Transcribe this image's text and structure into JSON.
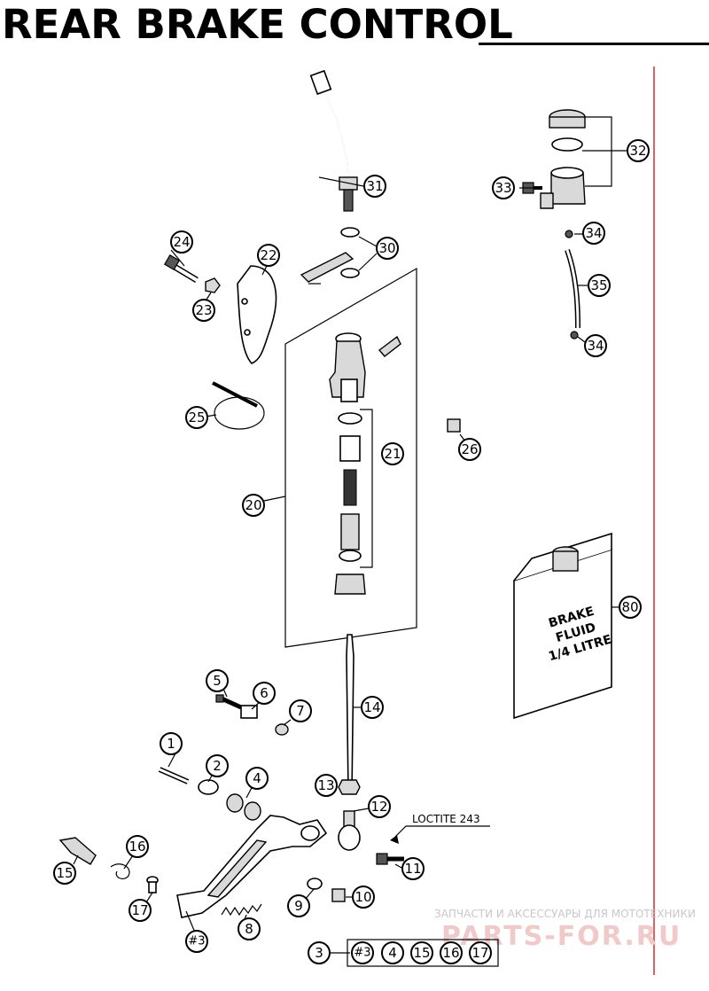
{
  "title": "REAR BRAKE CONTROL",
  "accent_color": "#d32f2f",
  "callouts": [
    "1",
    "2",
    "3",
    "4",
    "5",
    "6",
    "7",
    "8",
    "9",
    "10",
    "11",
    "12",
    "13",
    "14",
    "15",
    "16",
    "17",
    "20",
    "21",
    "22",
    "23",
    "24",
    "25",
    "26",
    "30",
    "31",
    "32",
    "33",
    "34",
    "34",
    "35",
    "80",
    "#3"
  ],
  "labels": {
    "loctite": "LOCTITE 243",
    "fluid_line1": "BRAKE",
    "fluid_line2": "FLUID",
    "fluid_line3": "1/4 LITRE"
  },
  "kit": {
    "ref": "3",
    "items": [
      "#3",
      "4",
      "15",
      "16",
      "17"
    ]
  },
  "watermark": {
    "line1": "ЗАПЧАСТИ И АКСЕССУАРЫ ДЛЯ МОТОТЕХНИКИ",
    "line2": "PARTS-FOR.RU"
  }
}
